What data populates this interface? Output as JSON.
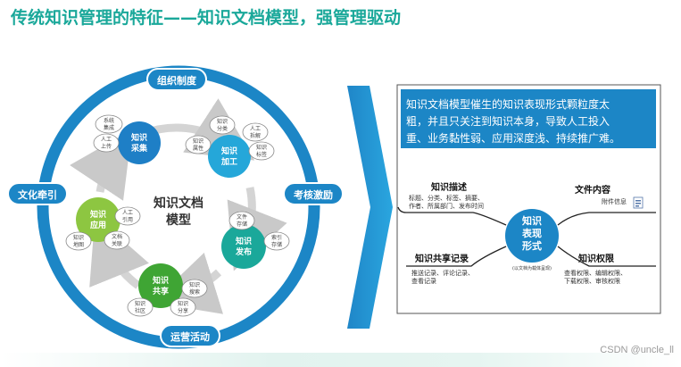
{
  "title": "传统知识管理的特征——知识文档模型，强管理驱动",
  "ring_labels": {
    "top": "组织制度",
    "left": "文化牵引",
    "right": "考核激励",
    "bottom": "运营活动"
  },
  "center_label": [
    "知识文档",
    "模型"
  ],
  "stages": [
    {
      "label": [
        "知识",
        "采集"
      ],
      "color": "#1e7fc6",
      "bubbles": [
        [
          "系统",
          "集成"
        ],
        [
          "人工",
          "上传"
        ]
      ]
    },
    {
      "label": [
        "知识",
        "加工"
      ],
      "color": "#25a7d9",
      "bubbles": [
        [
          "知识",
          "分类"
        ],
        [
          "人工",
          "拆解"
        ],
        [
          "知识",
          "属性"
        ],
        [
          "知识",
          "标签"
        ]
      ]
    },
    {
      "label": [
        "知识",
        "发布"
      ],
      "color": "#1aa89a",
      "bubbles": [
        [
          "文件",
          "存储"
        ],
        [
          "索引",
          "存储"
        ]
      ]
    },
    {
      "label": [
        "知识",
        "共享"
      ],
      "color": "#3fa534",
      "bubbles": [
        [
          "知识",
          "搜索"
        ],
        [
          "知识",
          "社区"
        ],
        [
          "知识",
          "分享"
        ]
      ]
    },
    {
      "label": [
        "知识",
        "应用"
      ],
      "color": "#8dc641",
      "bubbles": [
        [
          "人工",
          "引用"
        ],
        [
          "知识",
          "地图"
        ],
        [
          "文档",
          "关联"
        ]
      ]
    }
  ],
  "info_box_text": [
    "知识文档模型催生的知识表现形式颗粒度太",
    "粗，并且只关注到知识本身，导致人工投入",
    "重、业务黏性弱、应用深度浅、持续推广难。"
  ],
  "mind_map": {
    "center": [
      "知识",
      "表现",
      "形式"
    ],
    "center_note": "(以文档为载体呈现)",
    "branches": [
      {
        "title": "知识描述",
        "details": [
          "标题、分类、标签、摘要、",
          "作者、所属部门、发布时间"
        ]
      },
      {
        "title": "文件内容",
        "details": [
          "附件信息"
        ]
      },
      {
        "title": "知识共享记录",
        "details": [
          "推送记录、评论记录、",
          "查看记录"
        ]
      },
      {
        "title": "知识权限",
        "details": [
          "查看权限、编辑权限、",
          "下载权限、审核权限"
        ]
      }
    ]
  },
  "watermark": "CSDN @uncle_ll"
}
